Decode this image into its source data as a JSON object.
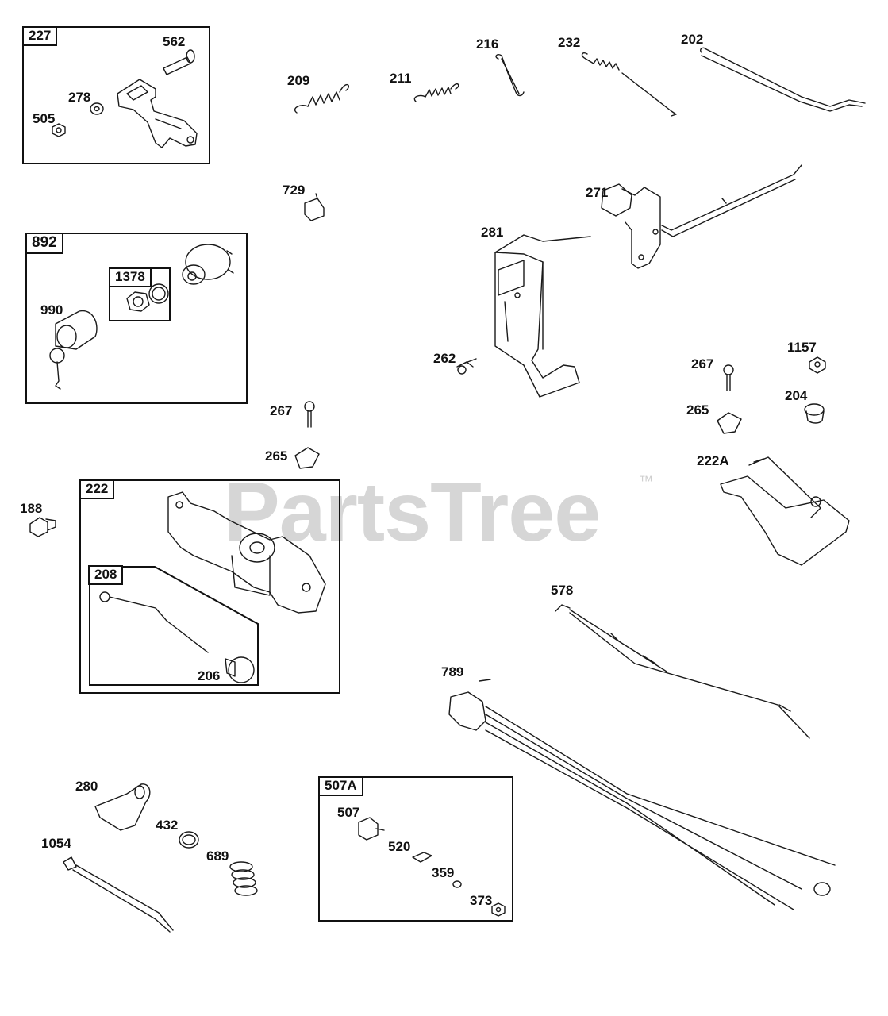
{
  "watermark": {
    "brand": "PartsTree",
    "trademark": "™"
  },
  "groups": {
    "g227": "227",
    "g892": "892",
    "g1378": "1378",
    "g222": "222",
    "g208": "208",
    "g507A": "507A"
  },
  "labels": {
    "p562": "562",
    "p278": "278",
    "p505": "505",
    "p209": "209",
    "p211": "211",
    "p216": "216",
    "p232": "232",
    "p202": "202",
    "p729": "729",
    "p271": "271",
    "p281": "281",
    "p990": "990",
    "p262": "262",
    "p267a": "267",
    "p1157": "1157",
    "p204": "204",
    "p265a": "265",
    "p267b": "267",
    "p265b": "265",
    "p222A": "222A",
    "p188": "188",
    "p206": "206",
    "p578": "578",
    "p789": "789",
    "p280": "280",
    "p432": "432",
    "p689": "689",
    "p1054": "1054",
    "p507": "507",
    "p520": "520",
    "p359": "359",
    "p373": "373"
  }
}
